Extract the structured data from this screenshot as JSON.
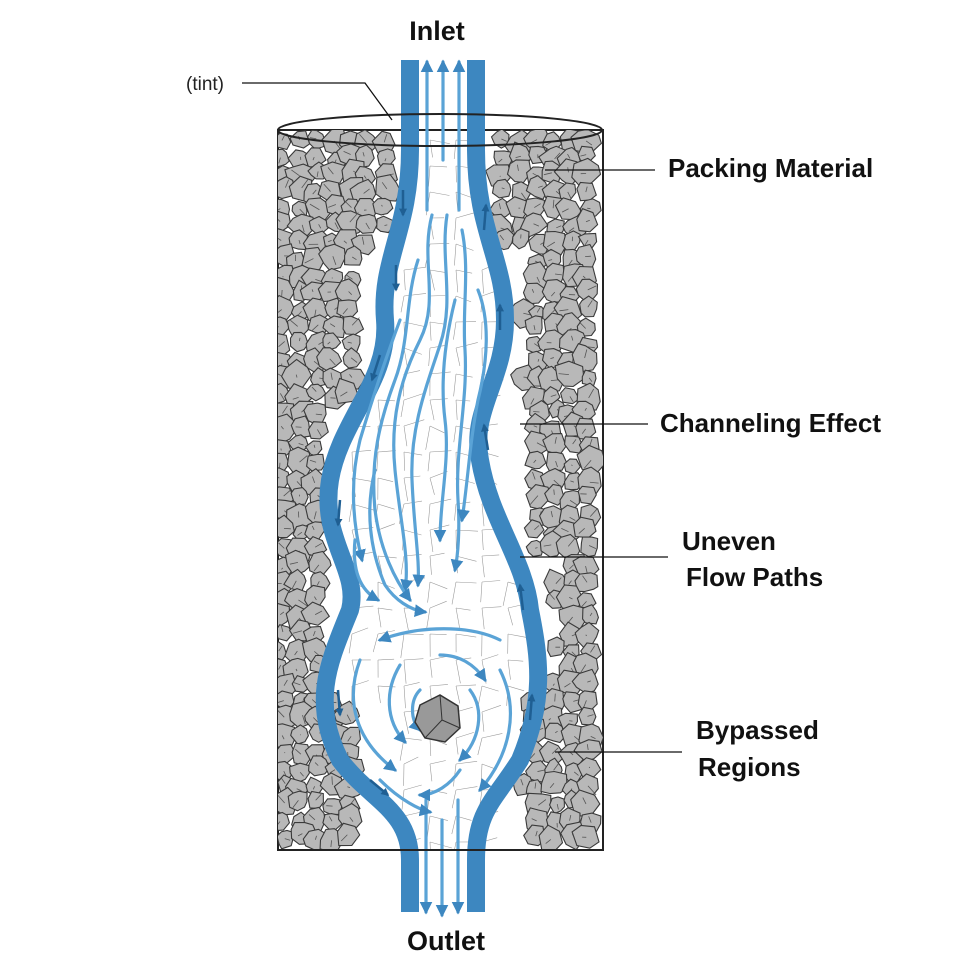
{
  "labels": {
    "inlet": "Inlet",
    "outlet": "Outlet",
    "tint": "(tint)",
    "packing": "Packing Material",
    "channeling": "Channeling Effect",
    "uneven_line1": "Uneven",
    "uneven_line2": "Flow Paths",
    "bypassed_line1": "Bypassed",
    "bypassed_line2": "Regions"
  },
  "colors": {
    "flow_blue": "#3d87c0",
    "flow_blue_light": "#5aa3d6",
    "flow_dark": "#1f5f93",
    "particle_fill": "#b8b8b8",
    "particle_stroke": "#3a3a3a",
    "column_outline": "#222222"
  },
  "icons": {
    "flow_arrow": "arrow-icon",
    "particle": "rock-particle-icon"
  }
}
